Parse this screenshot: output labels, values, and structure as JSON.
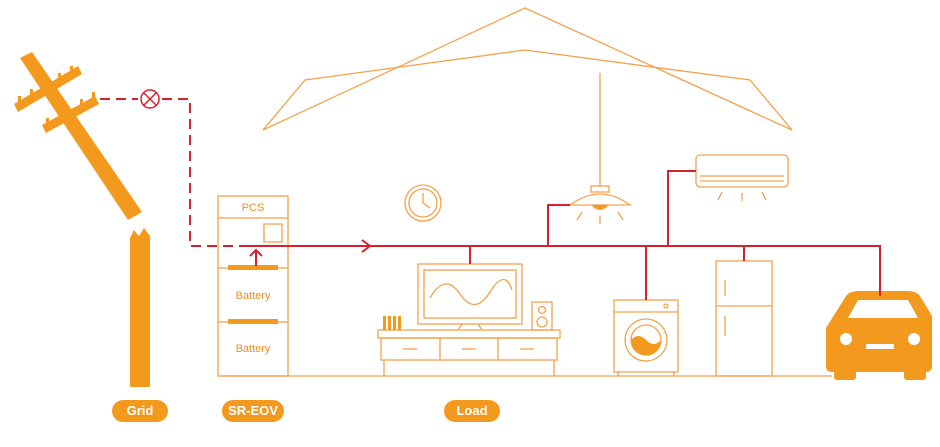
{
  "labels": {
    "grid": "Grid",
    "storage": "SR-EOV",
    "load": "Load"
  },
  "storage_unit": {
    "pcs": "PCS",
    "battery_1": "Battery",
    "battery_2": "Battery"
  },
  "colors": {
    "line": "#f3a24a",
    "power": "#d4202f",
    "fill": "#f39a1e",
    "label_bg": "#f39a1e",
    "label_text": "#ffffff"
  },
  "icons": [
    "power-pole-icon",
    "disconnect-icon",
    "clock-icon",
    "ceiling-lamp-icon",
    "air-conditioner-icon",
    "tv-icon",
    "speaker-icon",
    "washing-machine-icon",
    "refrigerator-icon",
    "car-icon"
  ]
}
